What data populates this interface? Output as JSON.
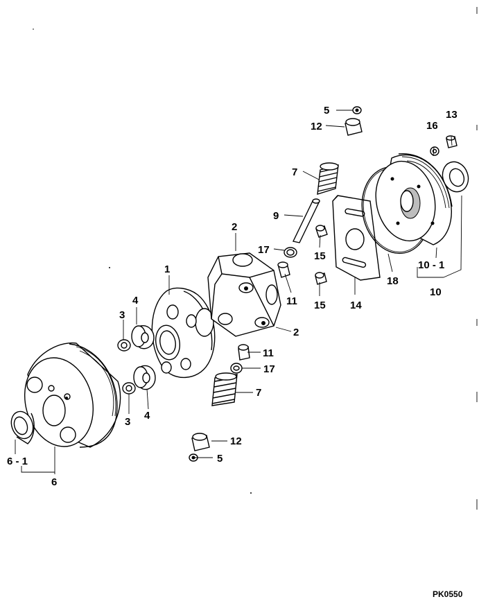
{
  "labels": {
    "p1": "1",
    "p2a": "2",
    "p2b": "2",
    "p3a": "3",
    "p3b": "3",
    "p4a": "4",
    "p4b": "4",
    "p5a": "5",
    "p5b": "5",
    "p6": "6",
    "p6_1": "6 - 1",
    "p7a": "7",
    "p7b": "7",
    "p9": "9",
    "p10": "10",
    "p10_1": "10 - 1",
    "p11a": "11",
    "p11b": "11",
    "p12a": "12",
    "p12b": "12",
    "p13": "13",
    "p14": "14",
    "p15a": "15",
    "p15b": "15",
    "p16": "16",
    "p17a": "17",
    "p17b": "17",
    "p18": "18"
  },
  "drawing_code": "PK0550"
}
